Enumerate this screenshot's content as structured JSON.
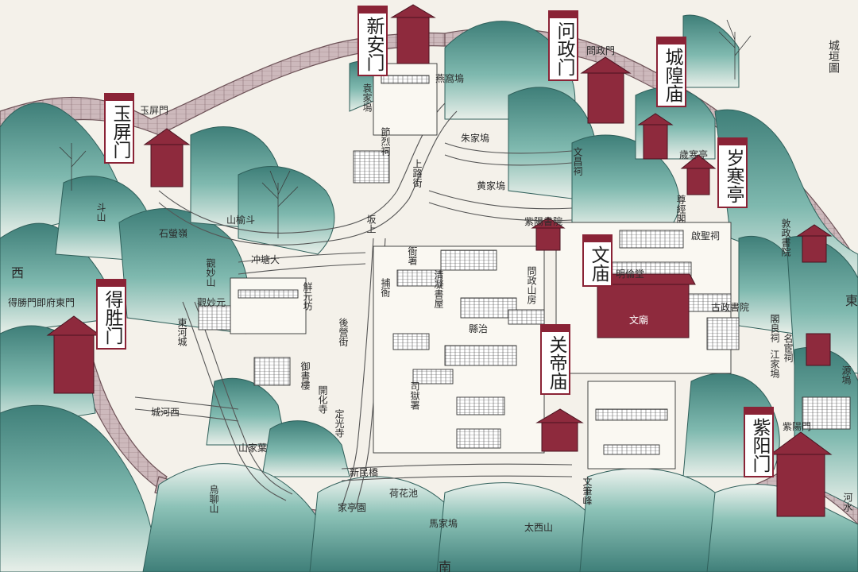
{
  "map_title": "城垣圖",
  "gate_labels": [
    {
      "id": "xinan",
      "text": "新安门"
    },
    {
      "id": "wenzheng",
      "text": "问政门"
    },
    {
      "id": "chenghuang",
      "text": "城隍庙"
    },
    {
      "id": "yuping",
      "text": "玉屏门"
    },
    {
      "id": "suihan",
      "text": "岁寒亭"
    },
    {
      "id": "wenmiao",
      "text": "文庙"
    },
    {
      "id": "desheng",
      "text": "得胜门"
    },
    {
      "id": "guandi",
      "text": "关帝庙"
    },
    {
      "id": "ziyang",
      "text": "紫阳门"
    }
  ],
  "place_names": {
    "yuping_gate": "玉屏門",
    "wenzheng_gate": "問政門",
    "yanwo": "燕窩塢",
    "yuanjia": "袁家塢",
    "zhujia": "朱家塢",
    "huangjia": "黄家塢",
    "lienuci": "節烈祠",
    "shanglu": "上路街",
    "doushan": "斗山",
    "shiying": "石螢嶺",
    "shanyu": "山榆斗",
    "bantian": "坂上",
    "chongtang": "冲塘大",
    "guanmiao": "觀妙山",
    "guanmiaoyuan": "觀妙元",
    "xie_yuan": "觧元坊",
    "dongchengxi": "東河城",
    "desheng_gate": "得勝門即府東門",
    "xi": "西",
    "dong": "東",
    "houying": "後營街",
    "yushu": "御書樓",
    "kaihua": "開化寺",
    "dingguang": "定光寺",
    "shanjiaye": "山家葉",
    "chenghexi": "城河西",
    "xinmin": "新民橋",
    "wulushan": "烏聊山",
    "jiatingyuan": "家亭園",
    "hehuachi": "荷花池",
    "majia": "馬家塢",
    "taixi": "太西山",
    "wenbi": "文筆峰",
    "nan": "南",
    "ziyang_gate": "紫陽門",
    "jiangjia": "江家塢",
    "yuanyuan": "源塢",
    "jiangjiawu2": "江家塢",
    "shisuo": "名宦祠",
    "liuchuan": "閣良祠",
    "dunzheng": "敦政書院",
    "jinzheng": "古政書院",
    "zunjing": "尊經閣",
    "suihan_ting": "歲寒亭",
    "ziyang_yuan": "紫陽書院",
    "mingtang": "明倫堂",
    "qisheng": "啟聖祠",
    "wenchang": "文昌祠",
    "xianya": "縣治",
    "qingning": "清凝書屋",
    "wenzhengshan": "問政山房",
    "yasu": "衙署",
    "bushu": "捕衙",
    "siyi": "司獄署",
    "wenmiao_char": "文廟",
    "beihe": "河水"
  },
  "colors": {
    "label_border": "#8a2336",
    "building": "#8e2a3d",
    "mountain": "#6aa9a0",
    "mountain_dark": "#3f7f79",
    "wall": "#c9b5b8",
    "paper": "#f4f1ea"
  }
}
